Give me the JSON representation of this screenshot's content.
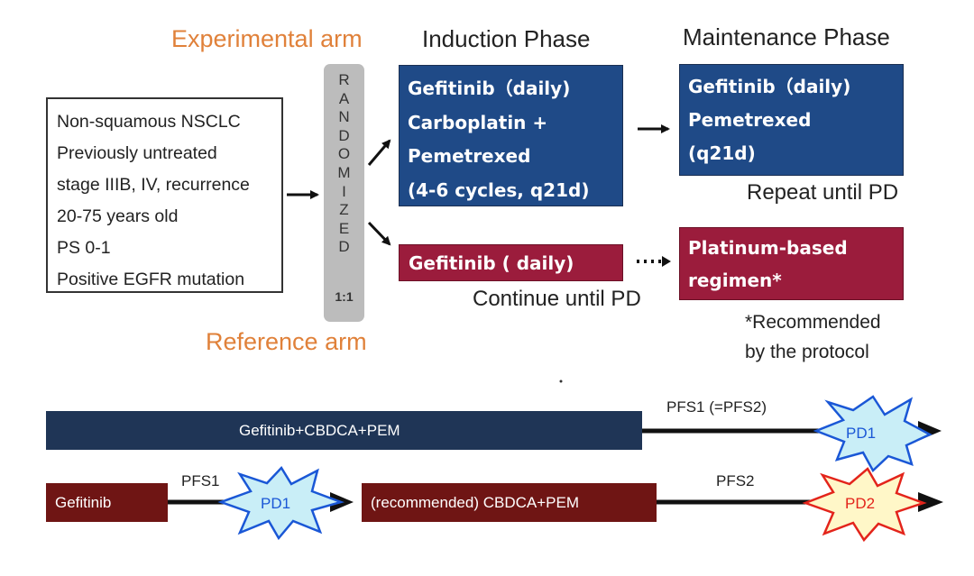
{
  "arms": {
    "experimental": "Experimental arm",
    "reference": "Reference arm"
  },
  "phases": {
    "induction": "Induction Phase",
    "maintenance": "Maintenance Phase"
  },
  "eligibility": {
    "lines": [
      "Non-squamous NSCLC",
      "Previously untreated",
      "stage IIIB, IV, recurrence",
      "20-75 years old",
      "PS 0-1",
      "Positive EGFR mutation"
    ]
  },
  "randomized": {
    "letters": [
      "R",
      "A",
      "N",
      "D",
      "O",
      "M",
      "I",
      "Z",
      "E",
      "D"
    ],
    "ratio": "1:1"
  },
  "experimental_induction": {
    "lines": [
      "Gefitinib（daily)",
      "Carboplatin +",
      "Pemetrexed",
      "(4-6 cycles, q21d)"
    ]
  },
  "experimental_maintenance": {
    "lines": [
      "Gefitinib（daily)",
      "Pemetrexed",
      "(q21d)"
    ]
  },
  "repeat_note": "Repeat until PD",
  "reference_induction": {
    "label": "Gefitinib ( daily)"
  },
  "continue_note": "Continue until PD",
  "reference_next": {
    "lines": [
      "Platinum-based",
      "regimen*"
    ]
  },
  "footnote": {
    "lines": [
      "*Recommended",
      "by the protocol"
    ]
  },
  "timeline": {
    "top_bar": "Gefitinib+CBDCA+PEM",
    "top_label": "PFS1 (=PFS2)",
    "top_burst": "PD1",
    "bottom_bar1": "Gefitinib",
    "bottom_label1": "PFS1",
    "bottom_burst1": "PD1",
    "bottom_bar2": "(recommended) CBDCA+PEM",
    "bottom_label2": "PFS2",
    "bottom_burst2": "PD2"
  },
  "colors": {
    "arm_label": "#e0813a",
    "experimental_box": "#1f4a87",
    "reference_box": "#9b1c3c",
    "timeline_navy": "#1f3556",
    "timeline_maroon": "#6f1514",
    "burst_blue_fill": "#c9eef7",
    "burst_blue_stroke": "#1a57d6",
    "burst_yellow_fill": "#fff7c8",
    "burst_red_stroke": "#e3241b"
  }
}
